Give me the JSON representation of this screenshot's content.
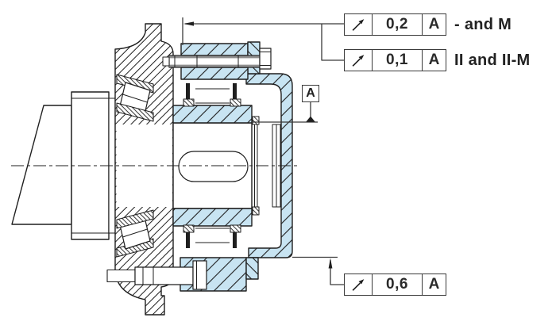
{
  "colors": {
    "accent_fill": "#c8e4f2",
    "line": "#1f1f1f",
    "background": "#ffffff"
  },
  "drawing": {
    "type": "bearing-unit-cross-section"
  },
  "callouts": {
    "top": {
      "symbol": "circular-runout",
      "value": "0,2",
      "datum": "A",
      "note": "- and M"
    },
    "middle": {
      "symbol": "circular-runout",
      "value": "0,1",
      "datum": "A",
      "note": "II and II-M"
    },
    "bottom": {
      "symbol": "circular-runout",
      "value": "0,6",
      "datum": "A",
      "note": ""
    }
  },
  "datum": {
    "label": "A"
  }
}
